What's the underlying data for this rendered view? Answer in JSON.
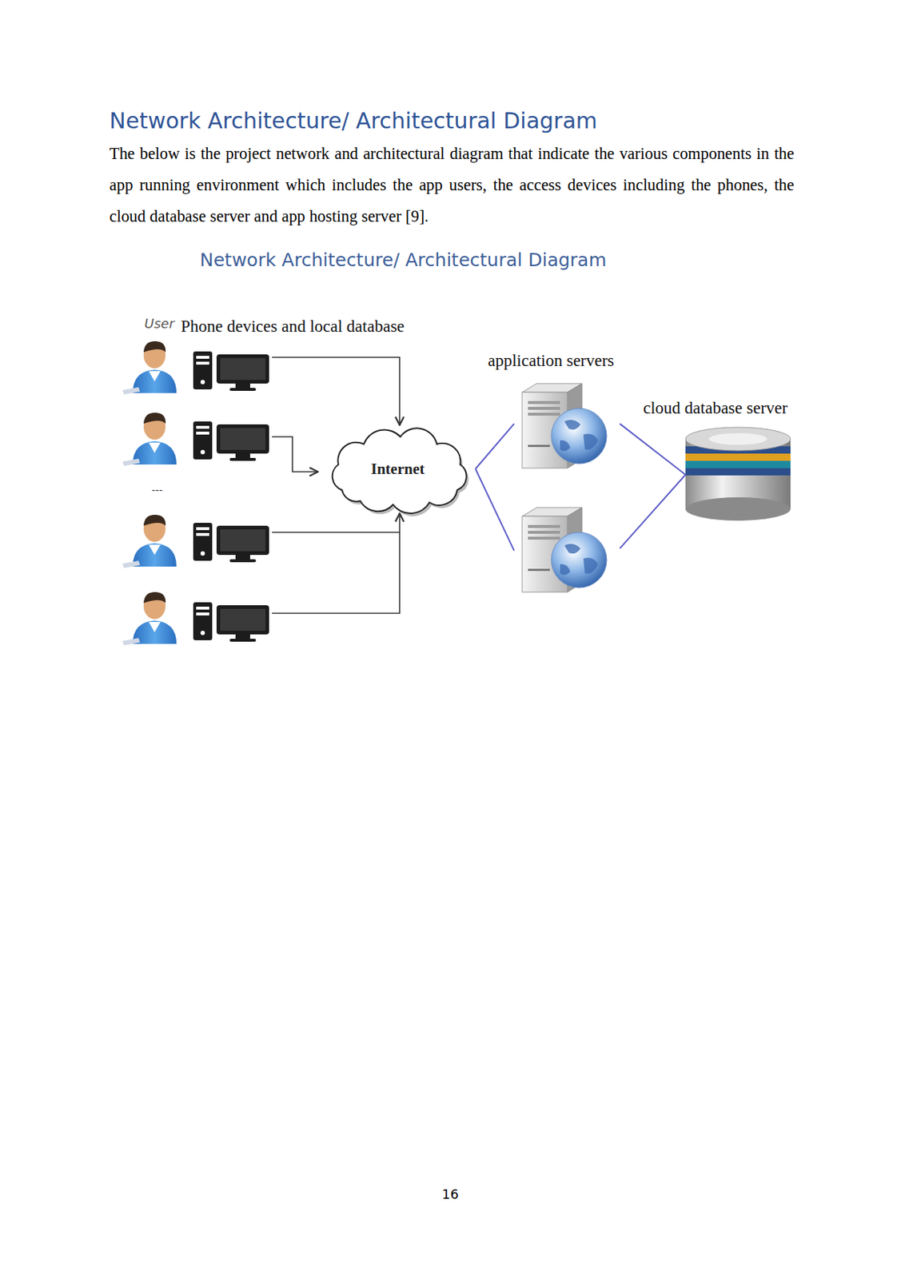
{
  "diagram": {
    "title": "Network Architecture/ Architectural Diagram",
    "nodes": [
      {
        "text": [
          "Internet"
        ]
      },
      {
        "text": [
          "application servers"
        ]
      },
      {
        "text": [
          "cloud database server"
        ]
      }
    ],
    "edges": [
      {
        "from": 0,
        "to": 1,
        "arrow": "none"
      },
      {
        "from": 1,
        "to": 2,
        "arrow": "none"
      }
    ],
    "labels": [
      "The below is the project network and architectural diagram that indicate the various components in the app running environment which includes the app users, the access devices including the phones, the cloud database server and app hosting server [9].",
      "Network Architecture/ Architectural Diagram",
      "User",
      "Phone devices and local database",
      "---",
      "16"
    ]
  }
}
